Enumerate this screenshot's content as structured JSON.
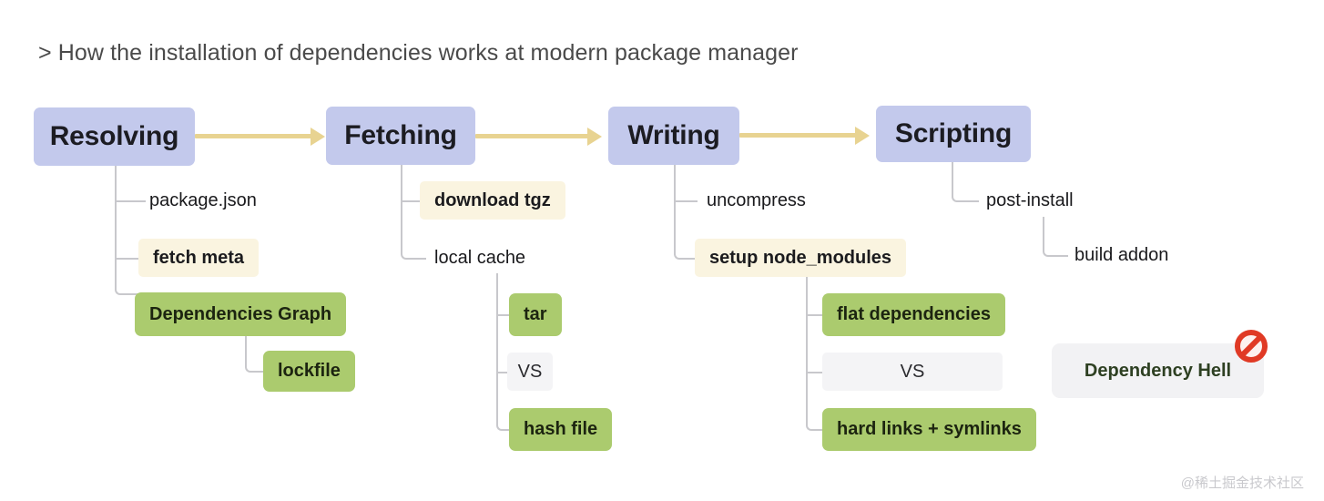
{
  "title": "> How the installation of dependencies works at modern package manager",
  "watermark": "@稀土掘金技术社区",
  "colors": {
    "stage_fill": "#c3c9ec",
    "green_fill": "#abcb6e",
    "cream_fill": "#faf4e0",
    "grey_fill": "#f4f4f6",
    "hell_fill": "#f2f2f4",
    "connector": "#c8c8cc",
    "arrow": "#e8d391",
    "prohibition": "#e03a25",
    "title_text": "#4a4a4a"
  },
  "stages": [
    {
      "id": "resolving",
      "label": "Resolving"
    },
    {
      "id": "fetching",
      "label": "Fetching"
    },
    {
      "id": "writing",
      "label": "Writing"
    },
    {
      "id": "scripting",
      "label": "Scripting"
    }
  ],
  "arrows": [
    {
      "from": "Resolving",
      "to": "Fetching"
    },
    {
      "from": "Fetching",
      "to": "Writing"
    },
    {
      "from": "Writing",
      "to": "Scripting"
    }
  ],
  "nodes": {
    "package_json": "package.json",
    "fetch_meta": "fetch meta",
    "dependencies_graph": "Dependencies Graph",
    "lockfile": "lockfile",
    "download_tgz": "download tgz",
    "local_cache": "local cache",
    "tar": "tar",
    "vs_fetching": "VS",
    "hash_file": "hash file",
    "uncompress": "uncompress",
    "setup_node_modules": "setup node_modules",
    "flat_dependencies": "flat dependencies",
    "vs_writing": "VS",
    "hard_links_symlinks": "hard links + symlinks",
    "post_install": "post-install",
    "build_addon": "build addon",
    "dependency_hell": "Dependency Hell"
  },
  "icons": {
    "prohibition": "no-entry-icon"
  }
}
